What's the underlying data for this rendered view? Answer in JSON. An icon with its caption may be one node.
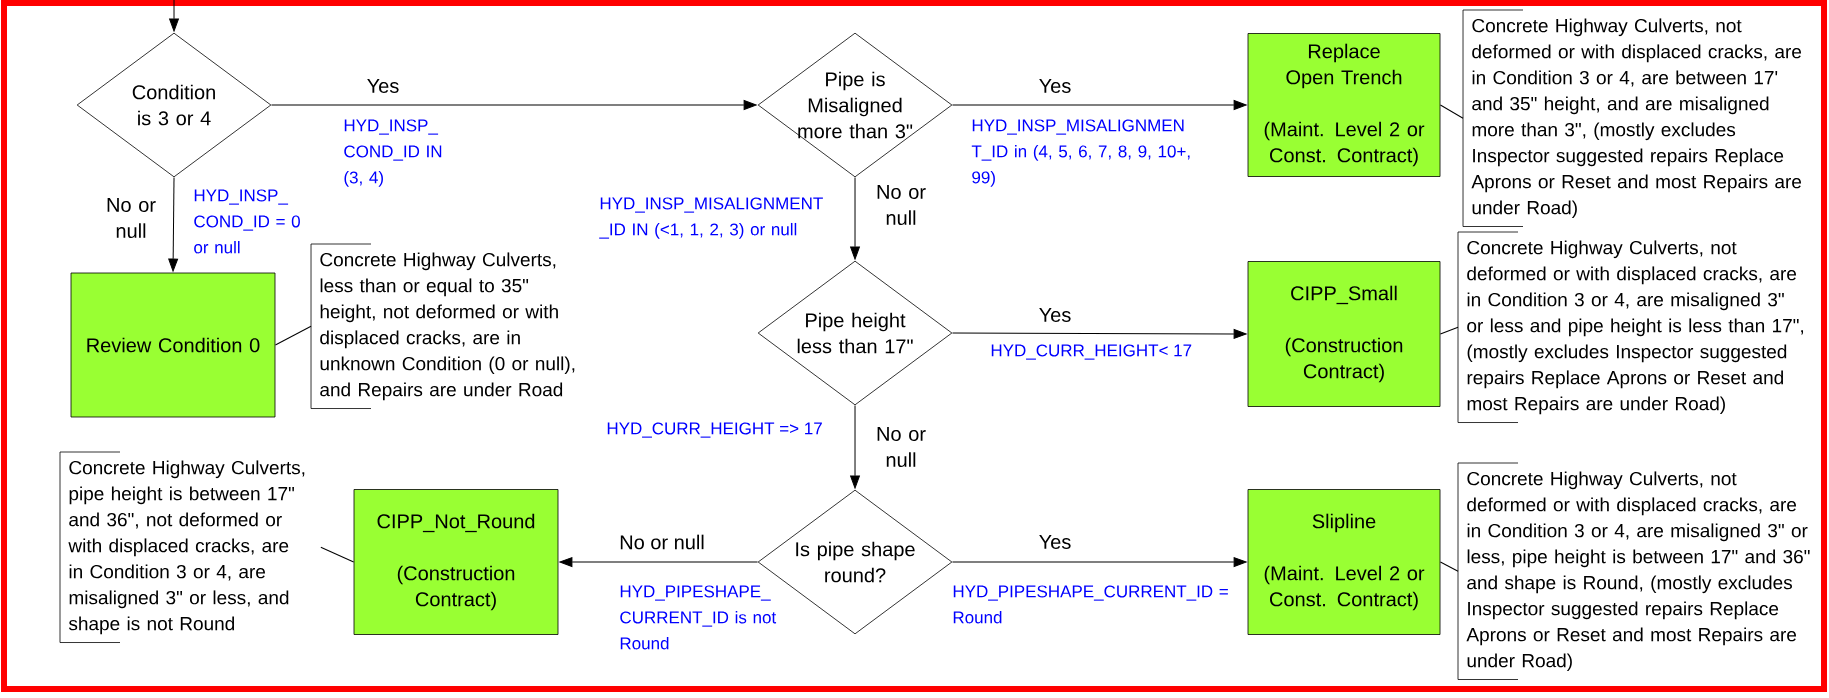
{
  "diagram": {
    "nodes": [
      {
        "text": [
          "Condition is 3 or 4"
        ]
      },
      {
        "text": [
          "Pipe is Misaligned more than 3\""
        ]
      },
      {
        "text": [
          "Replace Open Trench",
          "(Maint. Level 2 or Const. Contract)"
        ]
      },
      {
        "text": [
          "Concrete Highway Culverts, not deformed or with displaced cracks, are in Condition 3 or 4, are between 17' and 35\" height, and are misaligned more than 3\", (mostly excludes Inspector suggested repairs Replace Aprons or Reset and most Repairs are under Road)"
        ]
      },
      {
        "text": [
          "Review Condition 0"
        ]
      },
      {
        "text": [
          "Concrete Highway Culverts, less than or equal to 35\" height, not deformed or with displaced cracks, are in unknown Condition (0 or null), and Repairs are under Road"
        ]
      },
      {
        "text": [
          "Pipe height less than 17\""
        ]
      },
      {
        "text": [
          "CIPP_Small",
          "(Construction Contract)"
        ]
      },
      {
        "text": [
          "Concrete Highway Culverts, not deformed or with displaced cracks, are in Condition 3 or 4, are misaligned 3\" or less and pipe height is less than 17\", (mostly excludes Inspector suggested repairs Replace Aprons or Reset and most Repairs are under Road)"
        ]
      },
      {
        "text": [
          "Is pipe shape round?"
        ]
      },
      {
        "text": [
          "CIPP_Not_Round",
          "(Construction Contract)"
        ]
      },
      {
        "text": [
          "Concrete Highway Culverts, pipe height is between 17\" and 36\", not deformed or with displaced cracks, are in Condition 3 or 4, are misaligned 3\" or less, and shape is not Round"
        ]
      },
      {
        "text": [
          "Slipline",
          "(Maint. Level 2 or Const. Contract)"
        ]
      },
      {
        "text": [
          "Concrete Highway Culverts, not deformed or with displaced cracks, are in Condition 3 or 4, are misaligned 3\" or less, pipe height is between 17\" and 36\" and shape is Round, (mostly excludes Inspector suggested repairs Replace Aprons or Reset and most Repairs are under Road)"
        ]
      }
    ],
    "edges": [
      {
        "from": null,
        "to": 0,
        "arrow": "to"
      },
      {
        "from": 0,
        "to": 1,
        "arrow": "to",
        "label": "Yes"
      },
      {
        "from": 0,
        "to": 4,
        "arrow": "to",
        "label": "No or null"
      },
      {
        "from": 1,
        "to": 2,
        "arrow": "to",
        "label": "Yes"
      },
      {
        "from": 1,
        "to": 6,
        "arrow": "to",
        "label": "No or null"
      },
      {
        "from": 6,
        "to": 7,
        "arrow": "to",
        "label": "Yes"
      },
      {
        "from": 6,
        "to": 9,
        "arrow": "to",
        "label": "No or null"
      },
      {
        "from": 9,
        "to": 12,
        "arrow": "to",
        "label": "Yes"
      },
      {
        "from": 9,
        "to": 10,
        "arrow": "to",
        "label": "No or null"
      },
      {
        "from": 2,
        "to": 3,
        "arrow": "none"
      },
      {
        "from": 4,
        "to": 5,
        "arrow": "none"
      },
      {
        "from": 7,
        "to": 8,
        "arrow": "none"
      },
      {
        "from": 10,
        "to": 11,
        "arrow": "none"
      },
      {
        "from": 12,
        "to": 13,
        "arrow": "none"
      }
    ],
    "labels": [
      "HYD_INSP_ COND_ID IN (3, 4)",
      "HYD_INSP_MISALIGNMEN T_ID in (4, 5, 6, 7, 8, 9, 10+, 99)",
      "HYD_INSP_ COND_ID = 0 or null",
      "HYD_INSP_MISALIGNMENT _ID IN (<1, 1, 2, 3) or null",
      "HYD_CURR_HEIGHT< 17",
      "HYD_CURR_HEIGHT => 17",
      "HYD_PIPESHAPE_ CURRENT_ID is not Round",
      "HYD_PIPESHAPE_CURRENT_ID = Round"
    ]
  }
}
